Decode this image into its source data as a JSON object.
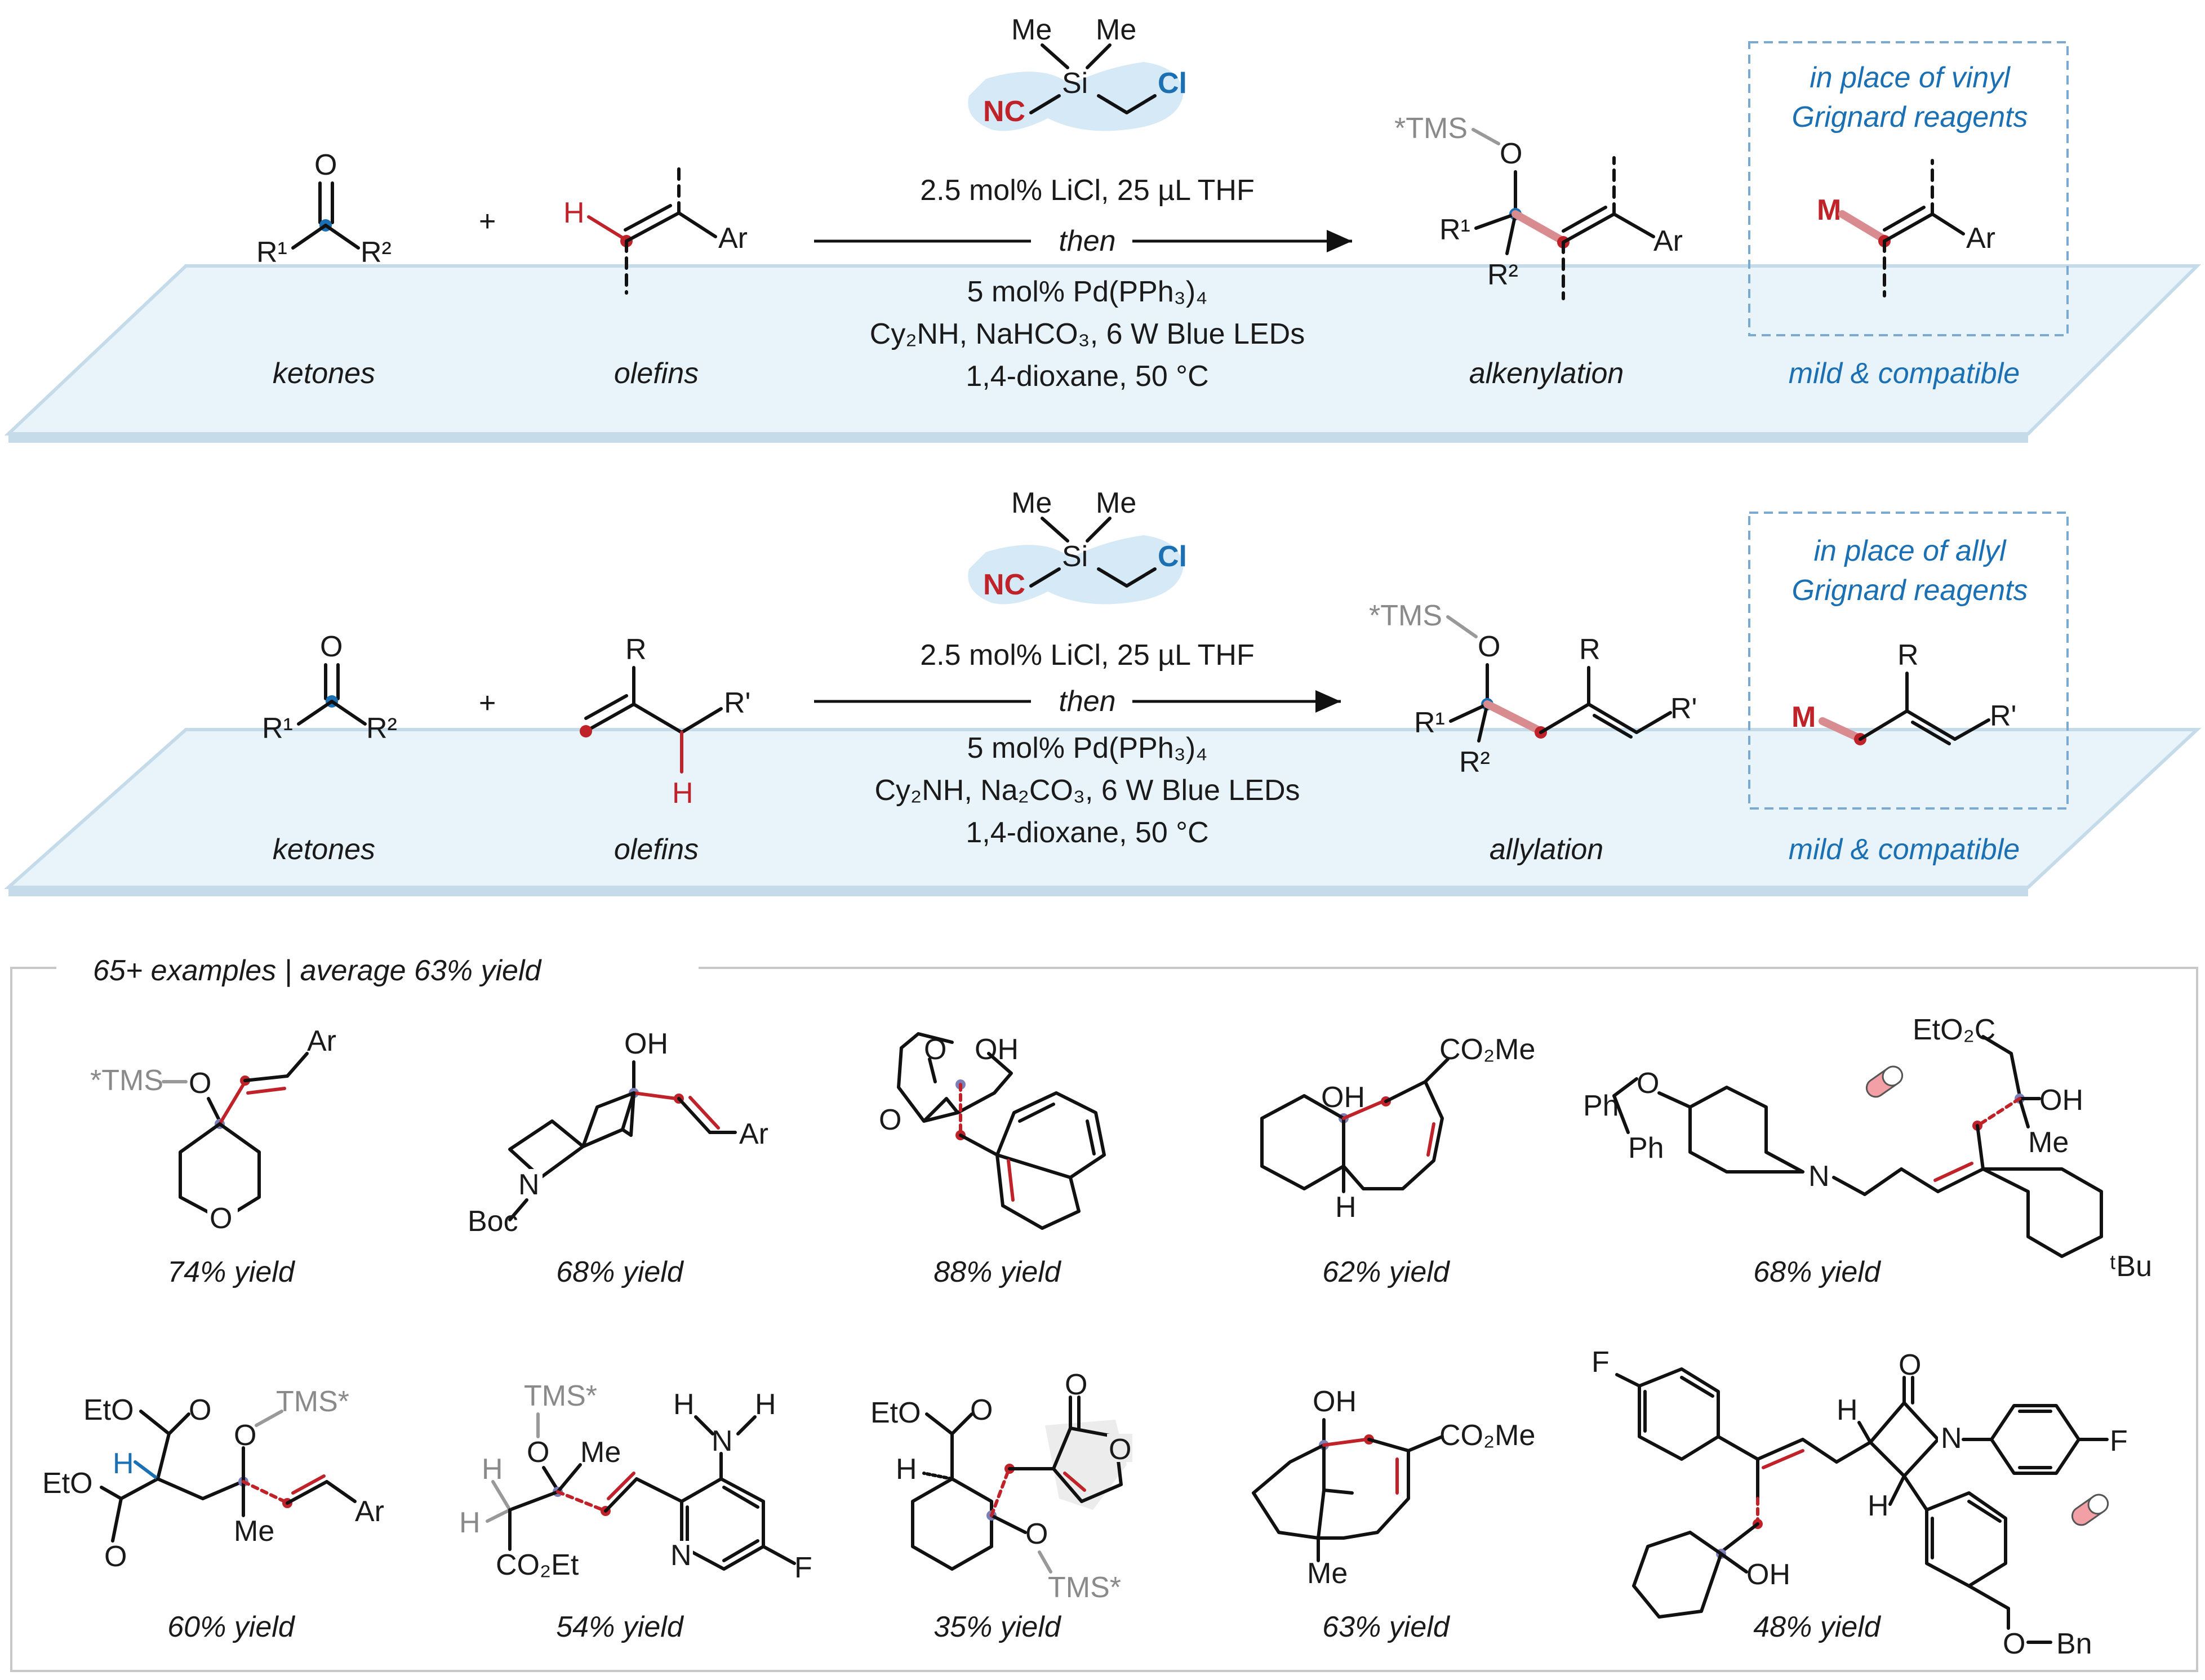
{
  "reactions": [
    {
      "reagent": {
        "me1": "Me",
        "me2": "Me",
        "si": "Si",
        "nc": "NC",
        "cl": "Cl"
      },
      "conditions": {
        "line1": "2.5 mol% LiCl, 25 µL THF",
        "then": "then",
        "line2": "5 mol% Pd(PPh₃)₄",
        "line3": "Cy₂NH, NaHCO₃, 6 W Blue LEDs",
        "line4": "1,4-dioxane, 50 °C"
      },
      "ketone": {
        "o": "O",
        "r1": "R¹",
        "r2": "R²",
        "caption": "ketones"
      },
      "plus": "+",
      "olefin": {
        "h": "H",
        "ar": "Ar",
        "caption": "olefins"
      },
      "product": {
        "tms": "*TMS",
        "o": "O",
        "r1": "R¹",
        "r2": "R²",
        "ar": "Ar",
        "caption": "alkenylation"
      },
      "note": {
        "line1": "in place of vinyl",
        "line2": "Grignard reagents",
        "m": "M",
        "ar": "Ar",
        "caption": "mild & compatible"
      }
    },
    {
      "reagent": {
        "me1": "Me",
        "me2": "Me",
        "si": "Si",
        "nc": "NC",
        "cl": "Cl"
      },
      "conditions": {
        "line1": "2.5 mol% LiCl, 25 µL THF",
        "then": "then",
        "line2": "5 mol% Pd(PPh₃)₄",
        "line3": "Cy₂NH, Na₂CO₃, 6 W Blue LEDs",
        "line4": "1,4-dioxane, 50 °C"
      },
      "ketone": {
        "o": "O",
        "r1": "R¹",
        "r2": "R²",
        "caption": "ketones"
      },
      "plus": "+",
      "olefin": {
        "r": "R",
        "rp": "R'",
        "h": "H",
        "caption": "olefins"
      },
      "product": {
        "tms": "*TMS",
        "o": "O",
        "r1": "R¹",
        "r2": "R²",
        "r": "R",
        "rp": "R'",
        "caption": "allylation"
      },
      "note": {
        "line1": "in place of allyl",
        "line2": "Grignard reagents",
        "m": "M",
        "r": "R",
        "rp": "R'",
        "caption": "mild & compatible"
      }
    }
  ],
  "scope": {
    "header": "65+ examples  |  average 63% yield",
    "row1": [
      {
        "yield": "74% yield",
        "labels": [
          "*TMS",
          "O",
          "Ar",
          "O"
        ]
      },
      {
        "yield": "68% yield",
        "labels": [
          "OH",
          "Ar",
          "N",
          "Boc"
        ]
      },
      {
        "yield": "88% yield",
        "labels": [
          "O",
          "O",
          "OH"
        ]
      },
      {
        "yield": "62% yield",
        "labels": [
          "OH",
          "CO₂Me",
          "H"
        ]
      },
      {
        "yield": "68% yield",
        "labels": [
          "EtO₂C",
          "OH",
          "Me",
          "Ph",
          "Ph",
          "O",
          "N",
          "ᵗBu"
        ]
      }
    ],
    "row2": [
      {
        "yield": "60% yield",
        "labels": [
          "EtO",
          "O",
          "EtO",
          "O",
          "H",
          "O",
          "TMS*",
          "Me",
          "Ar"
        ]
      },
      {
        "yield": "54% yield",
        "labels": [
          "TMS*",
          "O",
          "Me",
          "H",
          "H",
          "CO₂Et",
          "H",
          "N",
          "H",
          "N",
          "F"
        ]
      },
      {
        "yield": "35% yield",
        "labels": [
          "EtO",
          "O",
          "H",
          "O",
          "O",
          "O",
          "TMS*"
        ]
      },
      {
        "yield": "63% yield",
        "labels": [
          "OH",
          "CO₂Me",
          "Me"
        ]
      },
      {
        "yield": "48% yield",
        "labels": [
          "F",
          "O",
          "H",
          "N",
          "F",
          "H",
          "OH",
          "O",
          "Bn"
        ]
      }
    ]
  },
  "colors": {
    "blue": "#1b6fb3",
    "red": "#c0222a",
    "stage": "#e6f3fa",
    "stage_edge": "#c5dbe9",
    "dash": "#7aa9d2"
  }
}
